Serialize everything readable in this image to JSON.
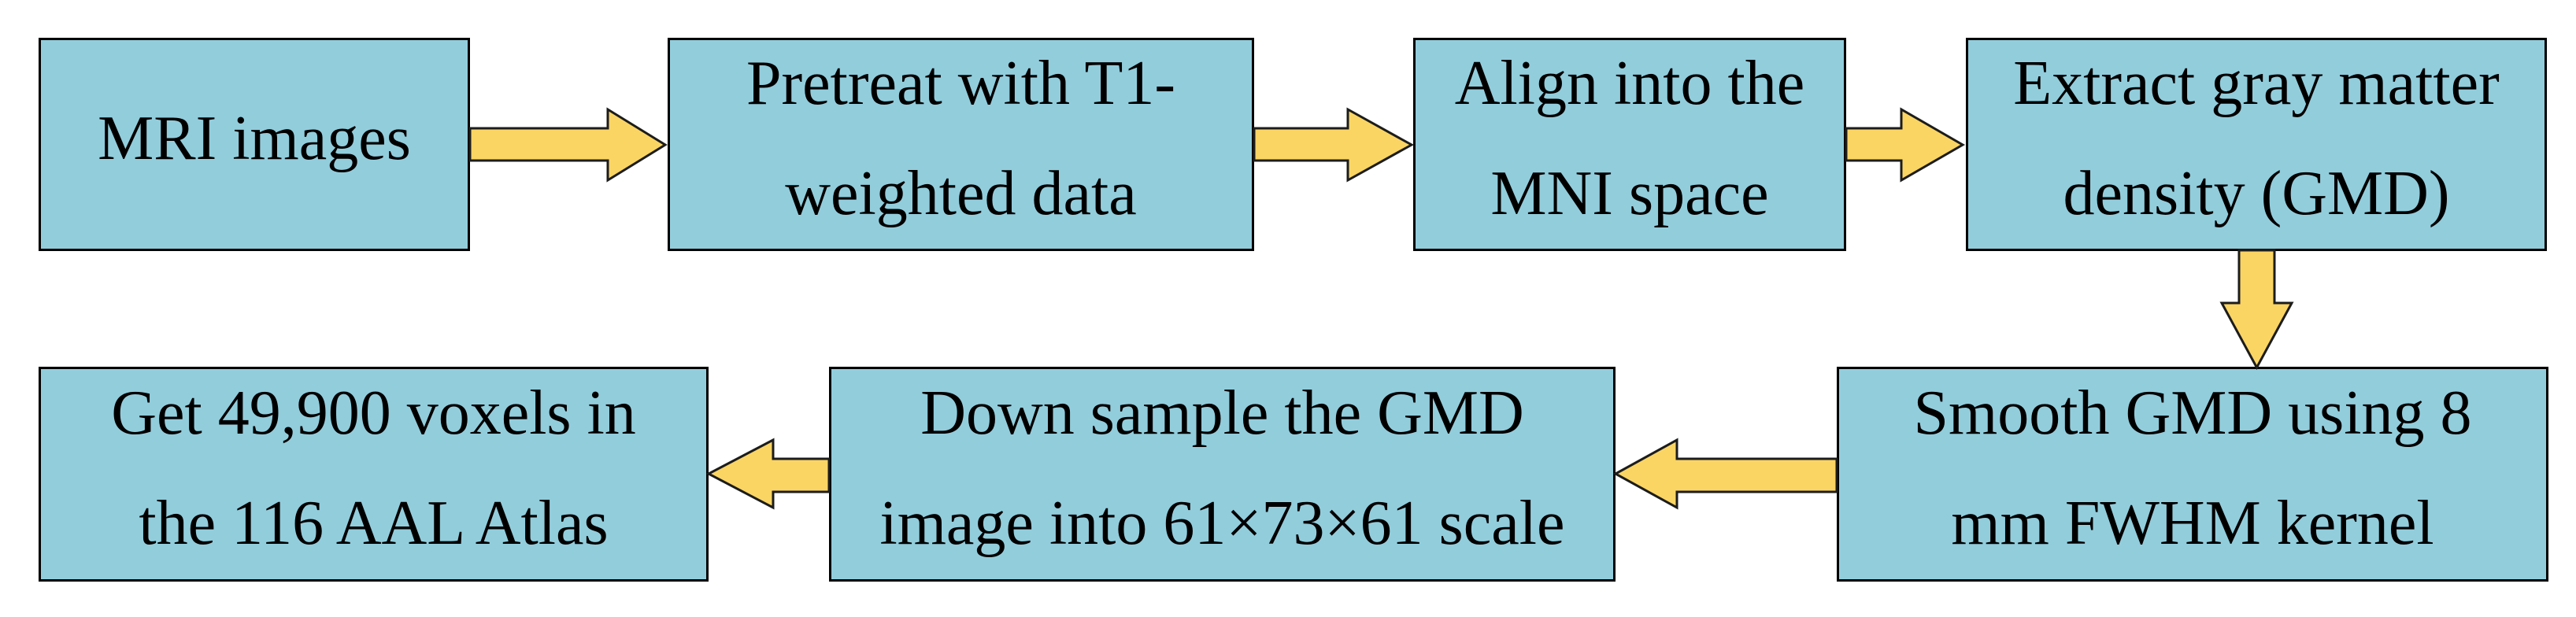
{
  "diagram": {
    "type": "flowchart",
    "boxes": [
      {
        "id": "mri-images",
        "label": "MRI images",
        "lines": [
          "MRI images"
        ]
      },
      {
        "id": "pretreat",
        "label": "Pretreat with T1-weighted data",
        "lines": [
          "Pretreat with T1-",
          "weighted data"
        ]
      },
      {
        "id": "align-mni",
        "label": "Align into the MNI space",
        "lines": [
          "Align into the",
          "MNI space"
        ]
      },
      {
        "id": "extract-gmd",
        "label": "Extract gray matter density (GMD)",
        "lines": [
          "Extract gray matter",
          "density (GMD)"
        ]
      },
      {
        "id": "smooth-gmd",
        "label": "Smooth GMD using 8 mm FWHM kernel",
        "lines": [
          "Smooth GMD using 8",
          "mm FWHM kernel"
        ]
      },
      {
        "id": "downsample",
        "label": "Down sample the GMD image into 61×73×61 scale",
        "lines": [
          "Down sample the GMD",
          "image into 61×73×61 scale"
        ]
      },
      {
        "id": "aal-voxels",
        "label": "Get 49,900 voxels in the 116 AAL Atlas",
        "lines": [
          "Get 49,900 voxels in",
          "the 116 AAL Atlas"
        ]
      }
    ],
    "flow_order": [
      "mri-images",
      "pretreat",
      "align-mni",
      "extract-gmd",
      "smooth-gmd",
      "downsample",
      "aal-voxels"
    ],
    "arrows": [
      {
        "from": "mri-images",
        "to": "pretreat",
        "direction": "right"
      },
      {
        "from": "pretreat",
        "to": "align-mni",
        "direction": "right"
      },
      {
        "from": "align-mni",
        "to": "extract-gmd",
        "direction": "right"
      },
      {
        "from": "extract-gmd",
        "to": "smooth-gmd",
        "direction": "down"
      },
      {
        "from": "smooth-gmd",
        "to": "downsample",
        "direction": "left"
      },
      {
        "from": "downsample",
        "to": "aal-voxels",
        "direction": "left"
      }
    ],
    "colors": {
      "box_fill": "#92CDDC",
      "box_border": "#000000",
      "arrow_fill": "#FBD563",
      "arrow_border": "#1C1C1C",
      "text": "#000000",
      "background": "#FFFFFF"
    }
  }
}
